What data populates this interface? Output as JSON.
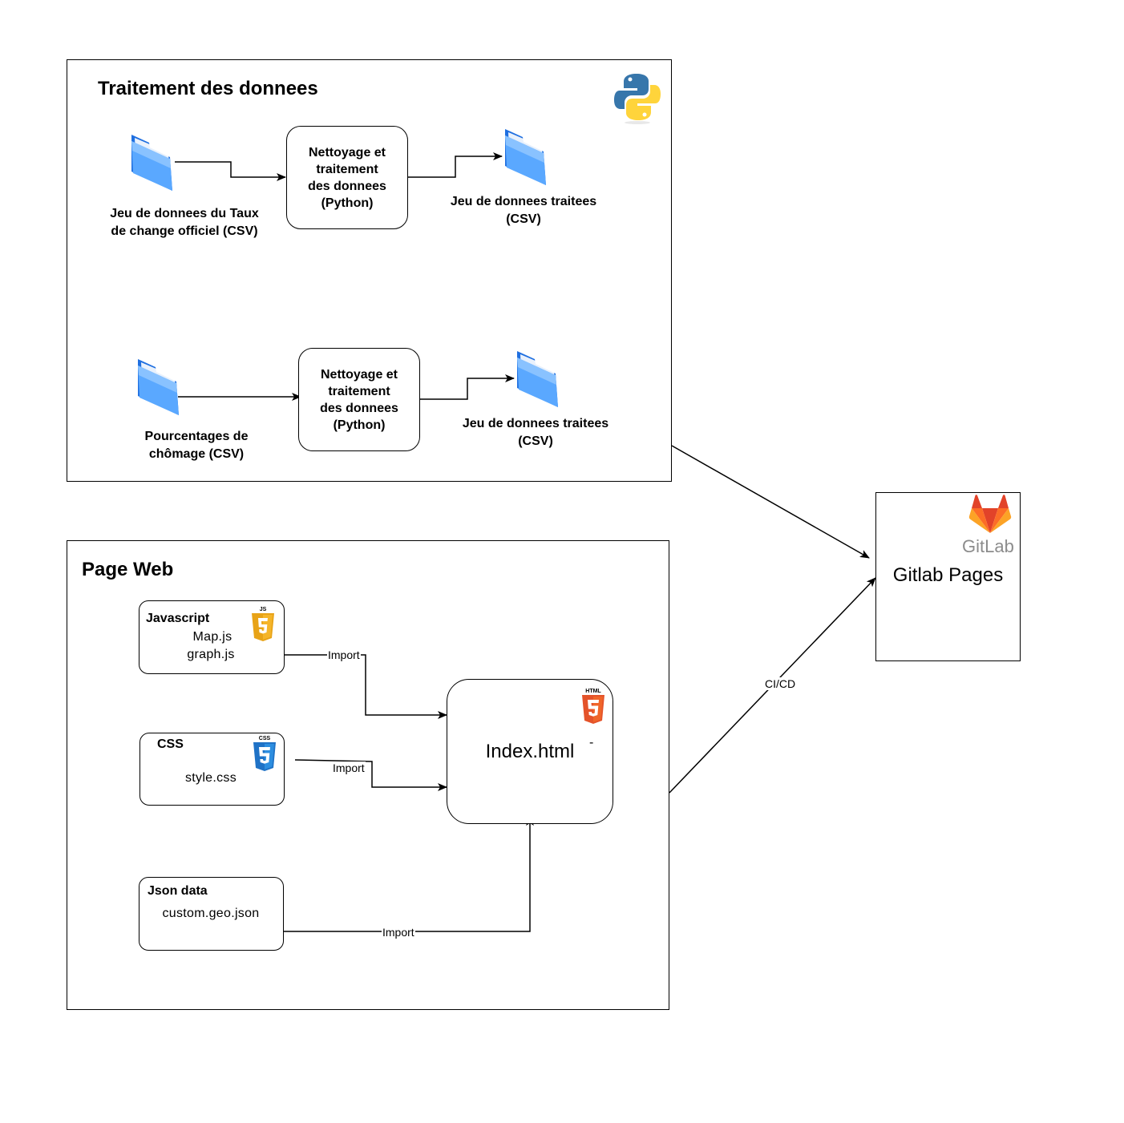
{
  "processing": {
    "title": "Traitement des donnees",
    "icon": "python-logo-icon",
    "pipelines": [
      {
        "input_label": [
          "Jeu de donnees du Taux",
          "de change officiel (CSV)"
        ],
        "process_label": [
          "Nettoyage et",
          "traitement",
          "des donnees",
          "(Python)"
        ],
        "output_label": [
          "Jeu de donnees traitees",
          "(CSV)"
        ]
      },
      {
        "input_label": [
          "Pourcentages de",
          "chômage (CSV)"
        ],
        "process_label": [
          "Nettoyage et",
          "traitement",
          "des donnees",
          "(Python)"
        ],
        "output_label": [
          "Jeu de donnees traitees",
          "(CSV)"
        ]
      }
    ]
  },
  "web": {
    "title": "Page Web",
    "files": {
      "javascript": {
        "header": "Javascript",
        "lines": [
          "Map.js",
          "graph.js"
        ],
        "icon": "js-icon"
      },
      "css": {
        "header": "CSS",
        "lines": [
          "style.css"
        ],
        "icon": "css3-icon"
      },
      "json": {
        "header": "Json data",
        "lines": [
          "custom.geo.json"
        ]
      }
    },
    "index": {
      "label": "Index.html",
      "mark": "-",
      "icon": "html5-icon"
    },
    "import_labels": [
      "Import",
      "Import",
      "Import"
    ]
  },
  "gitlab": {
    "title": "Gitlab Pages",
    "logo_text": "GitLab",
    "icon": "gitlab-fox-icon"
  },
  "cicd_label": "CI/CD",
  "colors": {
    "folder_light": "#8cc4ff",
    "folder_dark": "#1f6fe0",
    "python_blue": "#3776ab",
    "python_yellow": "#ffd43b",
    "js_orange": "#e8a317",
    "css_blue": "#1f72c6",
    "html_orange": "#e4532a",
    "gitlab_orange": "#fc6d26",
    "gitlab_red": "#e24329",
    "gitlab_text": "#8c8c8c"
  }
}
